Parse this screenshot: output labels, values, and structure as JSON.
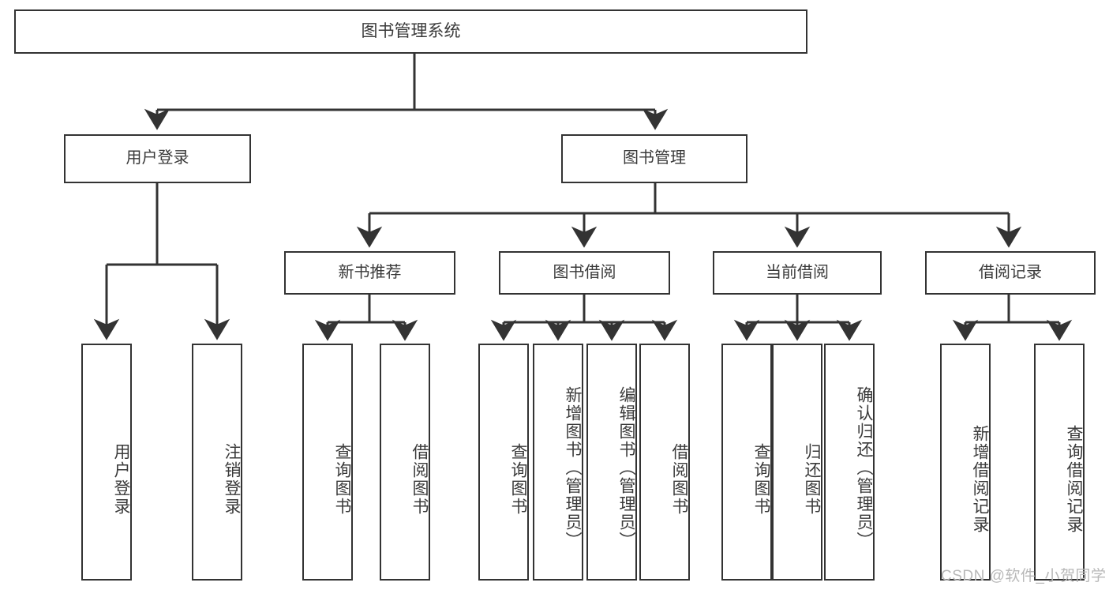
{
  "diagram": {
    "type": "tree-hierarchy",
    "title": "图书管理系统",
    "root": {
      "label": "图书管理系统",
      "id": "root-library-management-system"
    },
    "level2": [
      {
        "id": "user-login",
        "label": "用户登录"
      },
      {
        "id": "book-management",
        "label": "图书管理"
      }
    ],
    "level3": [
      {
        "id": "new-book-recommend",
        "label": "新书推荐"
      },
      {
        "id": "book-borrow",
        "label": "图书借阅"
      },
      {
        "id": "current-borrow",
        "label": "当前借阅"
      },
      {
        "id": "borrow-record",
        "label": "借阅记录"
      }
    ],
    "leaves": {
      "user_login": [
        {
          "id": "leaf-user-login",
          "label": "用户登录"
        },
        {
          "id": "leaf-user-logout",
          "label": "注销登录"
        }
      ],
      "new_book_recommend": [
        {
          "id": "leaf-query-book-1",
          "label": "查询图书"
        },
        {
          "id": "leaf-borrow-book-1",
          "label": "借阅图书"
        }
      ],
      "book_borrow": [
        {
          "id": "leaf-query-book-2",
          "label": "查询图书"
        },
        {
          "id": "leaf-add-book",
          "label": "新增图书（管理员）"
        },
        {
          "id": "leaf-edit-book",
          "label": "编辑图书（管理员）"
        },
        {
          "id": "leaf-borrow-book-2",
          "label": "借阅图书"
        }
      ],
      "current_borrow": [
        {
          "id": "leaf-query-book-3",
          "label": "查询图书"
        },
        {
          "id": "leaf-return-book",
          "label": "归还图书"
        },
        {
          "id": "leaf-confirm-return",
          "label": "确认归还（管理员）"
        }
      ],
      "borrow_record": [
        {
          "id": "leaf-add-borrow-record",
          "label": "新增借阅记录"
        },
        {
          "id": "leaf-query-borrow-record",
          "label": "查询借阅记录"
        }
      ]
    }
  },
  "watermark": {
    "text": "CSDN @软件_小贺同学"
  },
  "colors": {
    "stroke": "#333333",
    "box_fill": "#ffffff",
    "text": "#3a3a3a",
    "watermark": "#b8b8b8",
    "background": "#ffffff"
  }
}
